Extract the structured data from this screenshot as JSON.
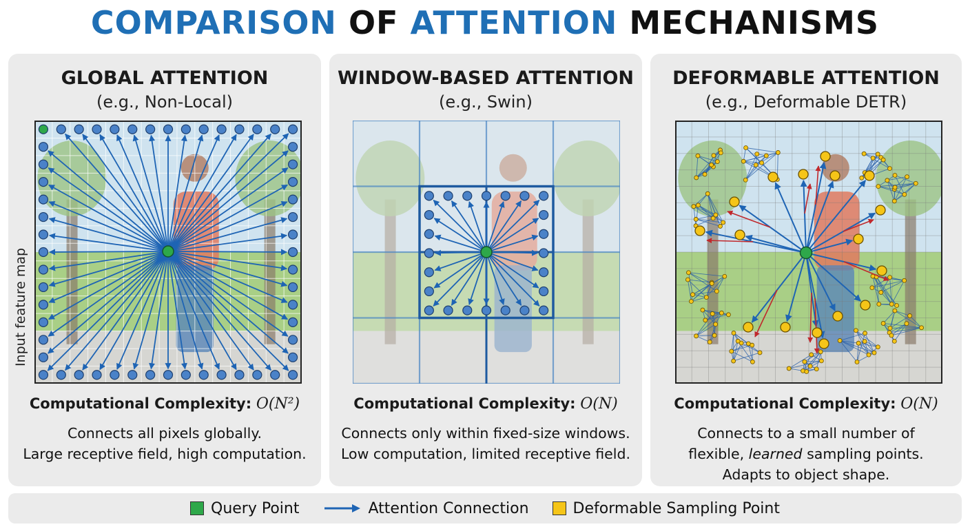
{
  "title": {
    "part1": "COMPARISON",
    "part2": "OF",
    "part3": "ATTENTION",
    "part4": "MECHANISMS"
  },
  "side_label": "Input feature map",
  "panels": [
    {
      "title": "GLOBAL ATTENTION",
      "subtitle": "(e.g., Non-Local)",
      "complexity_label": "Computational Complexity:",
      "complexity_value": "O(N²)",
      "description": [
        "Connects all pixels globally.",
        "Large receptive field, high computation."
      ]
    },
    {
      "title": "WINDOW-BASED ATTENTION",
      "subtitle": "(e.g., Swin)",
      "complexity_label": "Computational Complexity:",
      "complexity_value": "O(N)",
      "description": [
        "Connects only within fixed-size windows.",
        "Low computation, limited receptive field."
      ]
    },
    {
      "title": "DEFORMABLE ATTENTION",
      "subtitle": "(e.g., Deformable DETR)",
      "complexity_label": "Computational Complexity:",
      "complexity_value": "O(N)",
      "description_prefix": "flexible, ",
      "description_em": "learned",
      "description_suffix": " sampling points.",
      "description": [
        "Connects to a small number of",
        "Adapts to object shape."
      ]
    }
  ],
  "legend": {
    "query": "Query Point",
    "connection": "Attention Connection",
    "sampling": "Deformable Sampling Point"
  },
  "colors": {
    "title_blue": "#1f6fb5",
    "query_green": "#2ea84a",
    "arrow_blue": "#1e64b4",
    "point_blue": "#4a82c8",
    "sampling_yellow": "#f5c518",
    "offset_red": "#c0282c",
    "panel_bg": "#ebebeb"
  }
}
